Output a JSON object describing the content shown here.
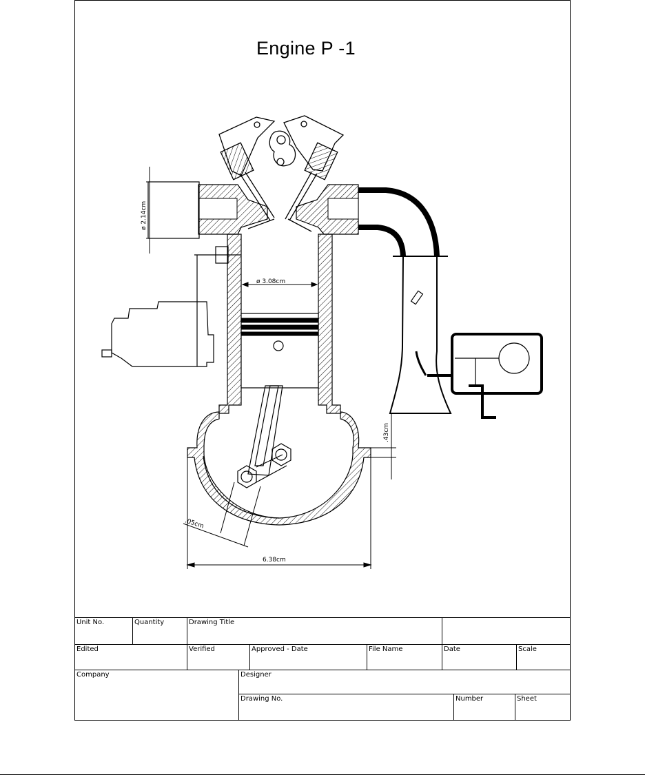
{
  "title": "Engine P -1",
  "dimensions": {
    "port_diameter": "ø 2.14cm",
    "bore": "ø 3.08cm",
    "crank_offset": ".43cm",
    "rod_width": ".05cm",
    "crankcase_width": "6.38cm"
  },
  "title_block": {
    "unit_no": "Unit No.",
    "quantity": "Quantity",
    "drawing_title": "Drawing Title",
    "edited": "Edited",
    "verified": "Verified",
    "approved_date": "Approved - Date",
    "file_name": "File Name",
    "date": "Date",
    "scale": "Scale",
    "company": "Company",
    "designer": "Designer",
    "drawing_no": "Drawing No.",
    "number": "Number",
    "sheet": "Sheet"
  }
}
